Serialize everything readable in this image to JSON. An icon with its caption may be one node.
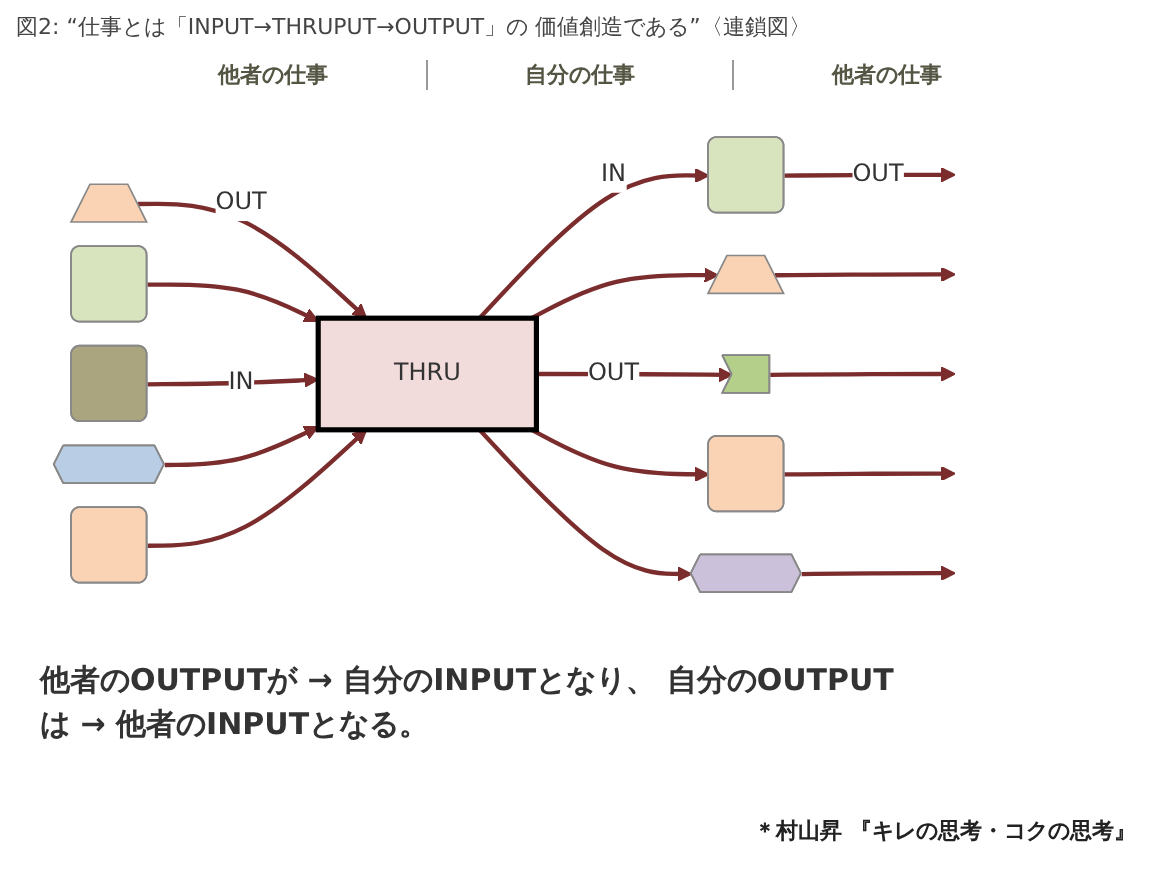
{
  "diagram": {
    "title": "図2: “仕事とは「INPUT→THRUPUT→OUTPUT」の 価値創造である”〈連鎖図〉",
    "caption": "他者のOUTPUTが → 自分のINPUTとなり、 自分のOUTPUTは → 他者のINPUTとなる。",
    "nodes": [
      {
        "text": [],
        "shape": "trapezoid"
      },
      {
        "text": [],
        "shape": "box"
      },
      {
        "text": [],
        "shape": "box"
      },
      {
        "text": [],
        "shape": "octagon"
      },
      {
        "text": [],
        "shape": "box"
      },
      {
        "text": [
          "THRU"
        ]
      },
      {
        "text": [],
        "shape": "box"
      },
      {
        "text": [],
        "shape": "trapezoid"
      },
      {
        "text": [],
        "shape": "pentagon"
      },
      {
        "text": [],
        "shape": "box"
      },
      {
        "text": [],
        "shape": "octagon"
      }
    ],
    "edges": [
      {
        "from": 0,
        "to": 5,
        "arrow": "to",
        "label": "OUT"
      },
      {
        "from": 1,
        "to": 5,
        "arrow": "to"
      },
      {
        "from": 2,
        "to": 5,
        "arrow": "to",
        "label": "IN"
      },
      {
        "from": 3,
        "to": 5,
        "arrow": "to"
      },
      {
        "from": 4,
        "to": 5,
        "arrow": "to"
      },
      {
        "from": 5,
        "to": 6,
        "arrow": "to",
        "label": "IN"
      },
      {
        "from": 5,
        "to": 7,
        "arrow": "to"
      },
      {
        "from": 5,
        "to": 8,
        "arrow": "to",
        "label": "OUT"
      },
      {
        "from": 5,
        "to": 9,
        "arrow": "to"
      },
      {
        "from": 5,
        "to": 10,
        "arrow": "to"
      },
      {
        "from": 6,
        "to": null,
        "arrow": "to",
        "label": "OUT"
      },
      {
        "from": 7,
        "to": null,
        "arrow": "to"
      },
      {
        "from": 8,
        "to": null,
        "arrow": "to"
      },
      {
        "from": 9,
        "to": null,
        "arrow": "to"
      },
      {
        "from": 10,
        "to": null,
        "arrow": "to"
      }
    ],
    "labels": [
      "他者の仕事",
      "自分の仕事",
      "他者の仕事",
      "＊村山昇 『キレの思考・コクの思考』"
    ]
  }
}
